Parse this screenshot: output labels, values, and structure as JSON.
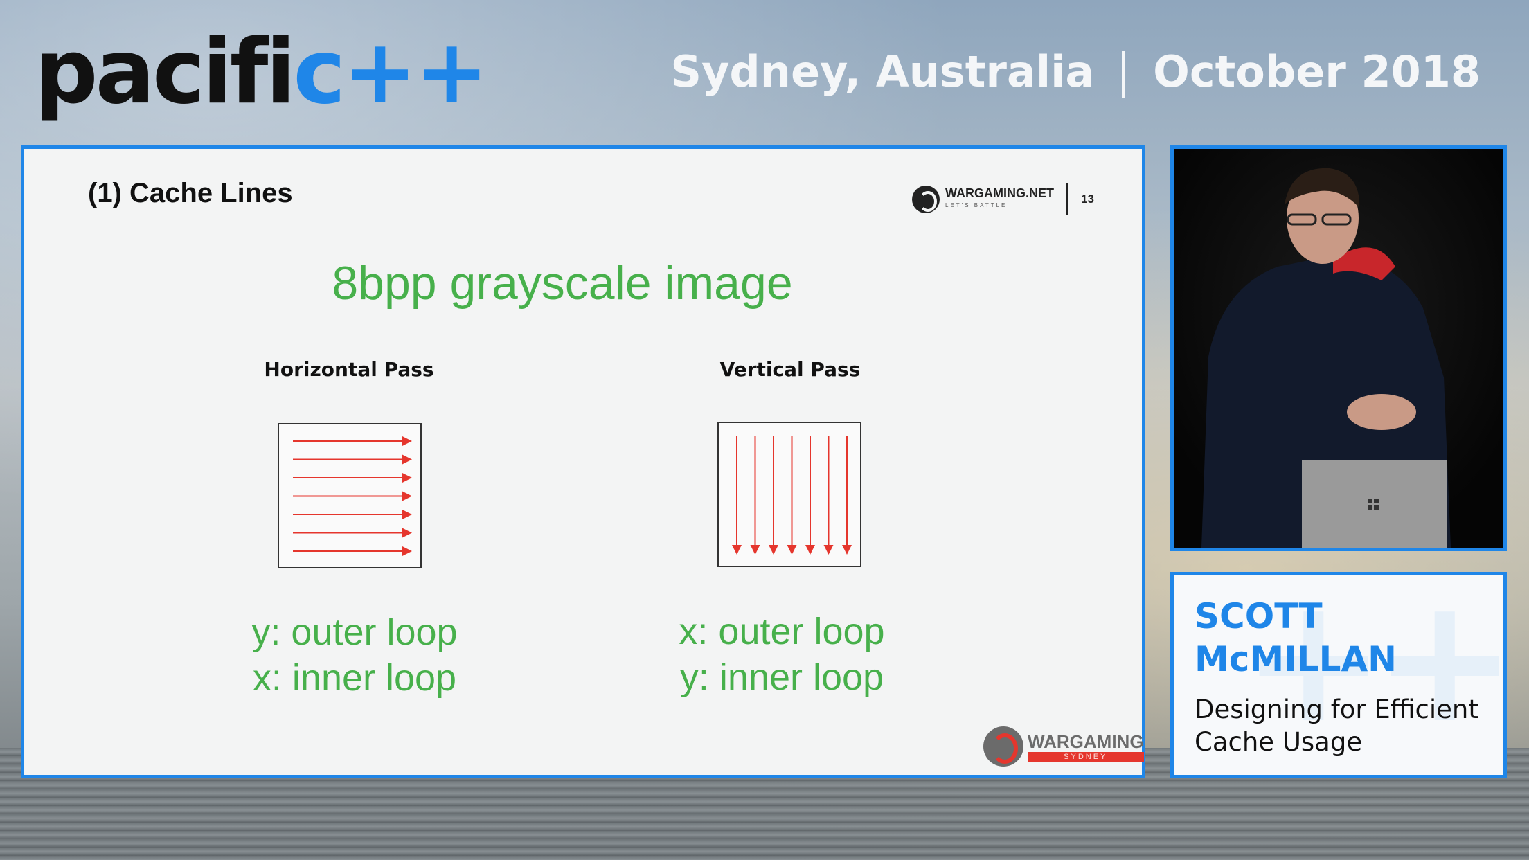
{
  "brand": {
    "logo_main": "pacifi",
    "logo_accent": "c++",
    "accent_color": "#1f86e8"
  },
  "event": {
    "location": "Sydney, Australia",
    "date": "October 2018"
  },
  "slide": {
    "title": "(1) Cache Lines",
    "sponsor_top": {
      "name": "WARGAMING.NET",
      "tagline": "LET'S BATTLE",
      "page_number": "13"
    },
    "heading": "8bpp grayscale image",
    "heading_color": "#47b04b",
    "passes": [
      {
        "label": "Horizontal Pass",
        "direction": "horizontal",
        "arrows": 7,
        "loops": [
          "y: outer loop",
          "x: inner loop"
        ]
      },
      {
        "label": "Vertical Pass",
        "direction": "vertical",
        "arrows": 7,
        "loops": [
          "x: outer loop",
          "y: inner loop"
        ]
      }
    ],
    "arrow_color": "#e5362d",
    "sponsor_bottom": {
      "name": "WARGAMING",
      "city": "SYDNEY"
    }
  },
  "speaker": {
    "name": "SCOTT McMILLAN",
    "talk_title": "Designing for Efficient Cache Usage"
  }
}
